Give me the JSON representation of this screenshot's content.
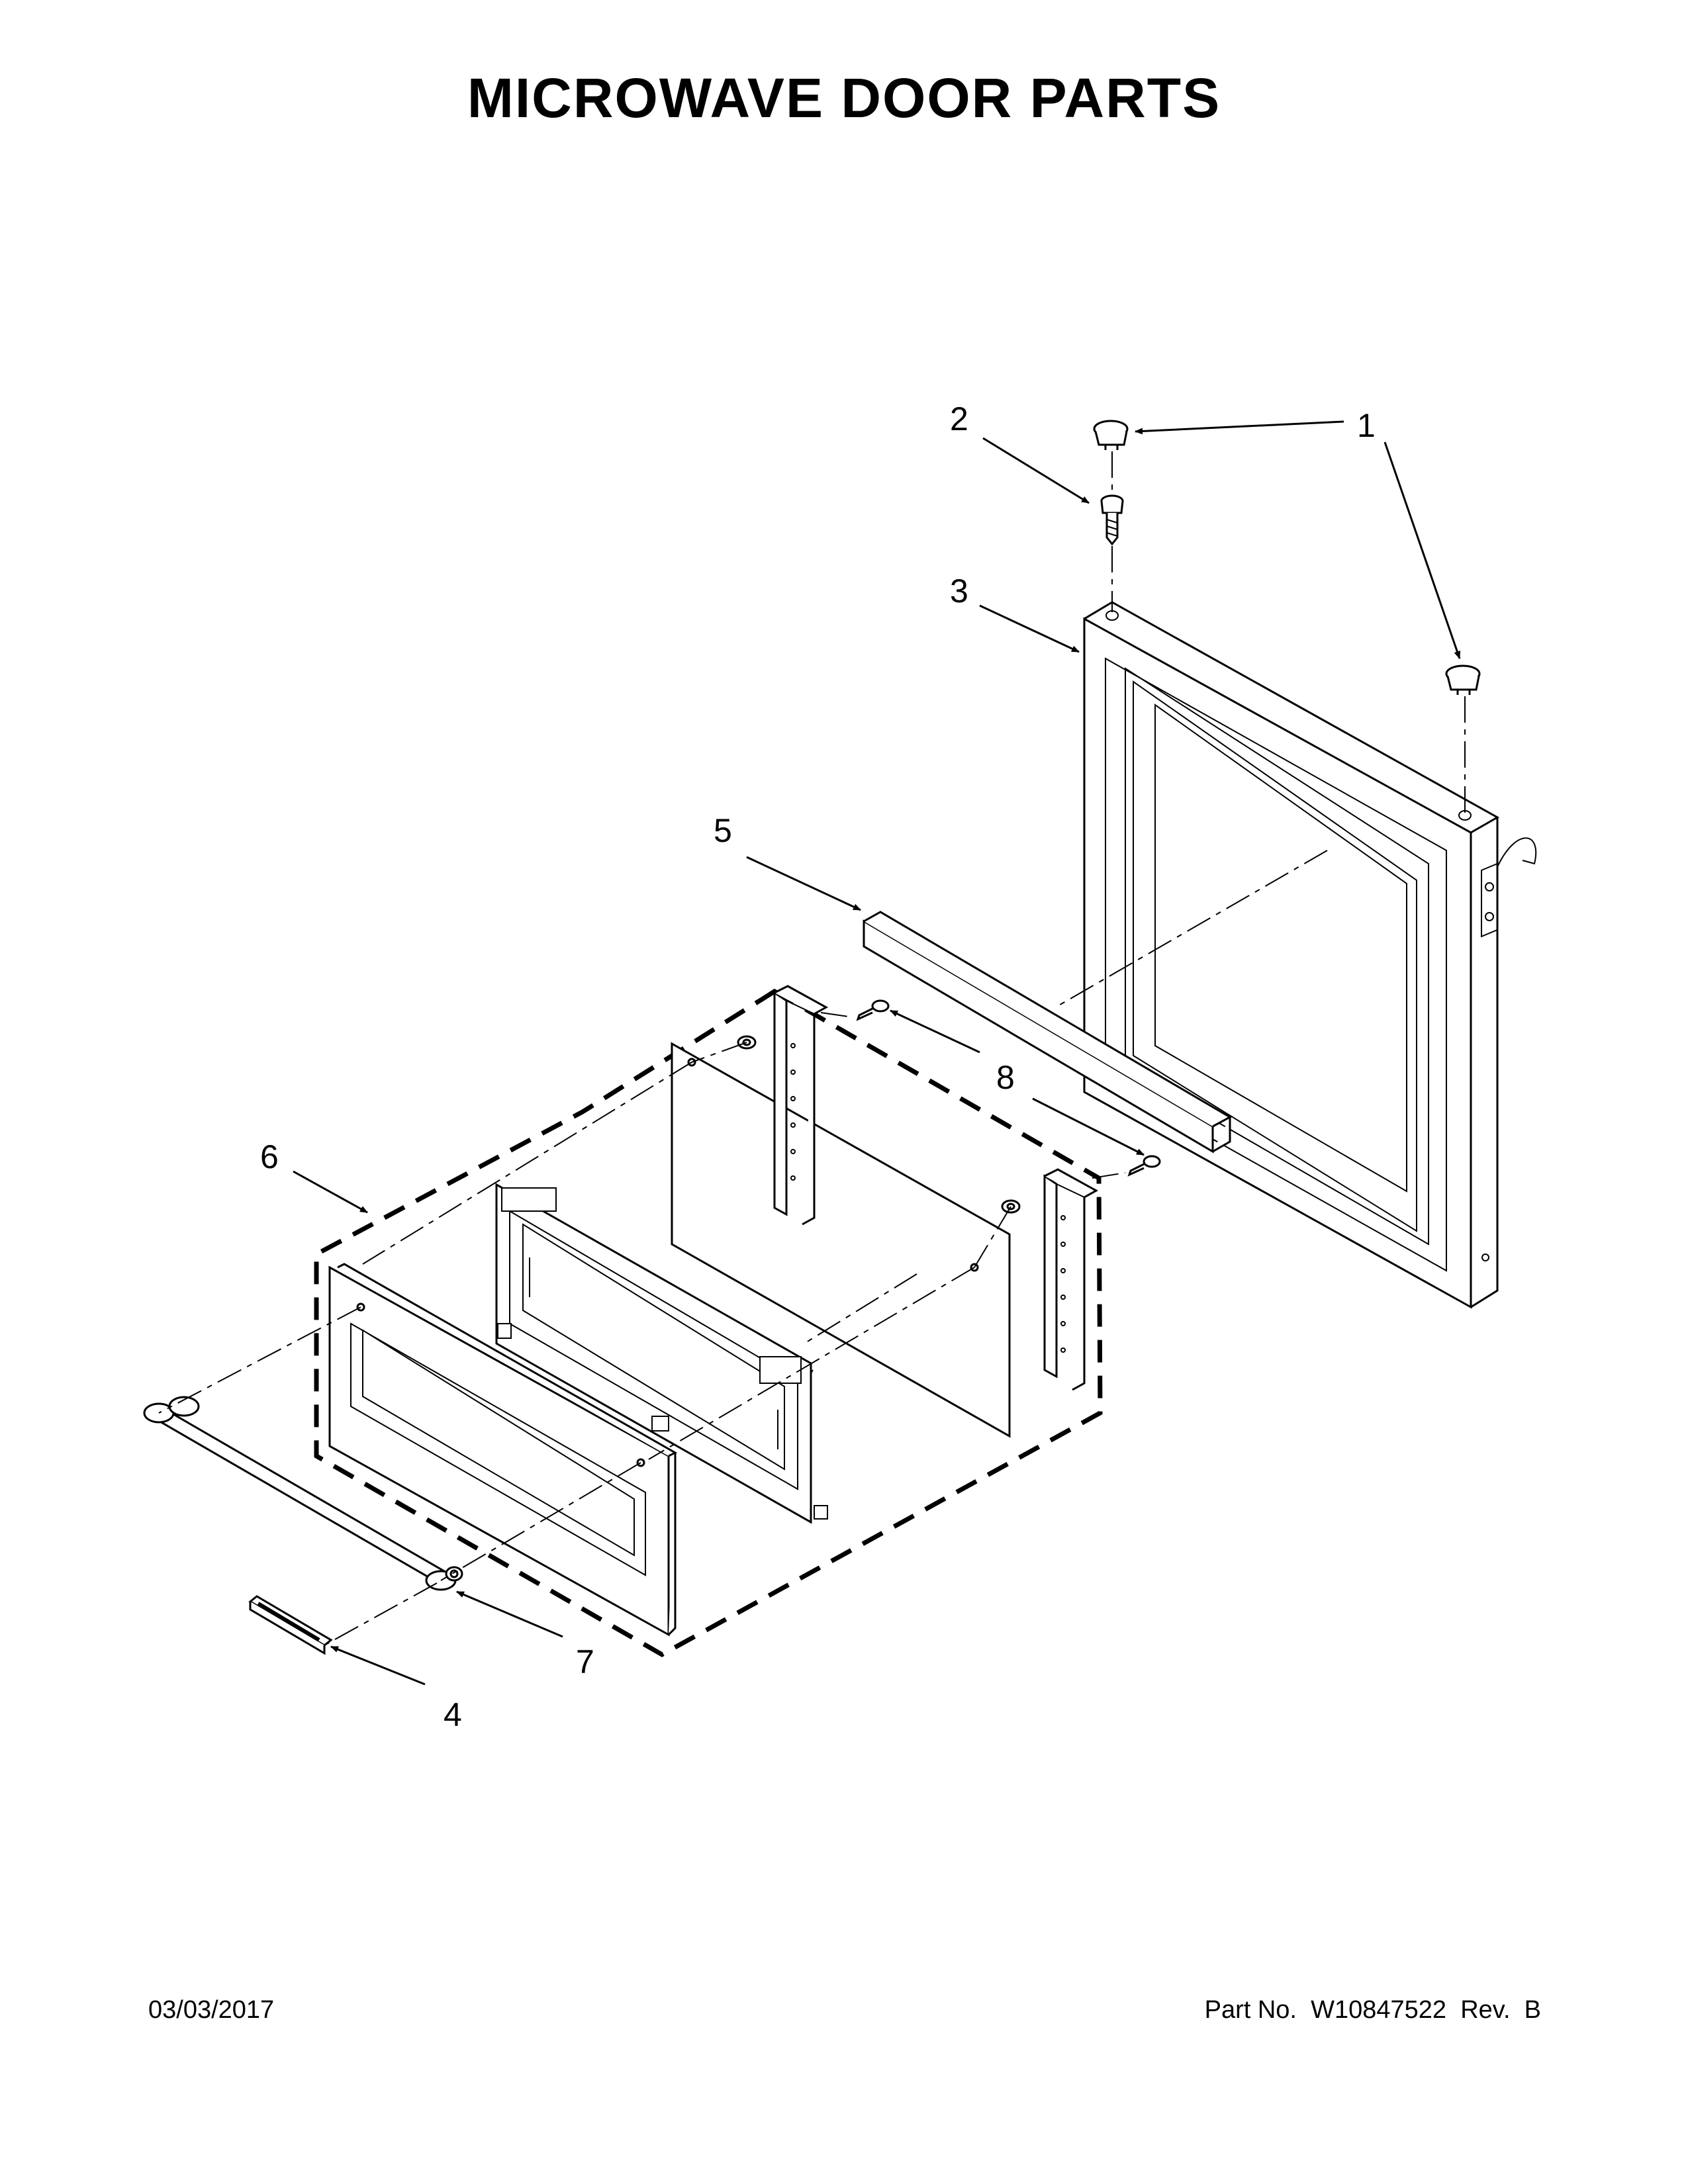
{
  "title": "MICROWAVE DOOR PARTS",
  "callouts": {
    "c1": "1",
    "c2": "2",
    "c3": "3",
    "c4": "4",
    "c5": "5",
    "c6": "6",
    "c7": "7",
    "c8": "8"
  },
  "footer": {
    "date": "03/03/2017",
    "part_label": "Part No.",
    "part_number": "W10847522",
    "rev_label": "Rev.",
    "rev": "B"
  },
  "colors": {
    "ink": "#000000",
    "paper": "#ffffff"
  }
}
